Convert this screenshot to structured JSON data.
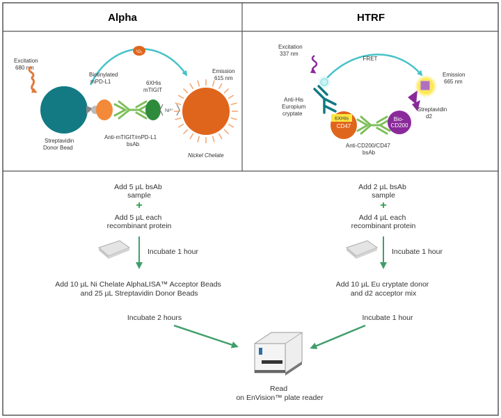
{
  "headers": {
    "alpha": "Alpha",
    "htrf": "HTRF"
  },
  "alpha": {
    "excitation": [
      "Excitation",
      "680 nm"
    ],
    "singlet_oxygen": "¹O₂",
    "biotinylated": [
      "Biotinylated",
      "mPD-L1"
    ],
    "his_tigit": [
      "6XHis",
      "mTIGIT"
    ],
    "nickel_ion": "Ni²⁺",
    "emission": [
      "Emission",
      "615 nm"
    ],
    "donor_bead": [
      "Streptavidin",
      "Donor Bead"
    ],
    "bsab": [
      "Anti-mTIGIT/mPD-L1",
      "bsAb"
    ],
    "nickel_chelate": "Nickel Chelate"
  },
  "htrf": {
    "excitation": [
      "Excitation",
      "337 nm"
    ],
    "fret": "FRET",
    "emission": [
      "Emission",
      "665 nm"
    ],
    "europium": [
      "Anti-His",
      "Europium",
      "cryptate"
    ],
    "his_cd47": [
      "6XHis",
      "CD47"
    ],
    "bio_cd200": [
      "Bio-",
      "CD200"
    ],
    "streptavidin_d2": [
      "Streptavidin",
      "d2"
    ],
    "bsab": [
      "Anti-CD200/CD47",
      "bsAb"
    ]
  },
  "workflow": {
    "alpha": {
      "step1": [
        "Add 5 µL bsAb",
        "sample"
      ],
      "step2": [
        "Add 5 µL each",
        "recombinant protein"
      ],
      "incubate1": "Incubate 1 hour",
      "step3": [
        "Add 10 µL Ni Chelate AlphaLISA™ Acceptor Beads",
        "and 25 µL Streptavidin Donor Beads"
      ],
      "incubate2": "Incubate 2 hours"
    },
    "htrf": {
      "step1": [
        "Add 2 µL bsAb",
        "sample"
      ],
      "step2": [
        "Add 4 µL each",
        "recombinant protein"
      ],
      "incubate1": "Incubate 1 hour",
      "step3": [
        "Add 10 µL Eu cryptate donor",
        "and d2 acceptor mix"
      ],
      "incubate2": "Incubate 1 hour"
    },
    "read": [
      "Read",
      "on EnVision™ plate reader"
    ]
  },
  "colors": {
    "border": "#555555",
    "teal": "#137a83",
    "orange_bead": "#e0651c",
    "arrow_cyan": "#45c2c8",
    "green_arrow": "#3f9e6a",
    "antibody_green": "#7dbf5a",
    "dark_green": "#2f8b3c",
    "purple": "#8a2a9a"
  }
}
